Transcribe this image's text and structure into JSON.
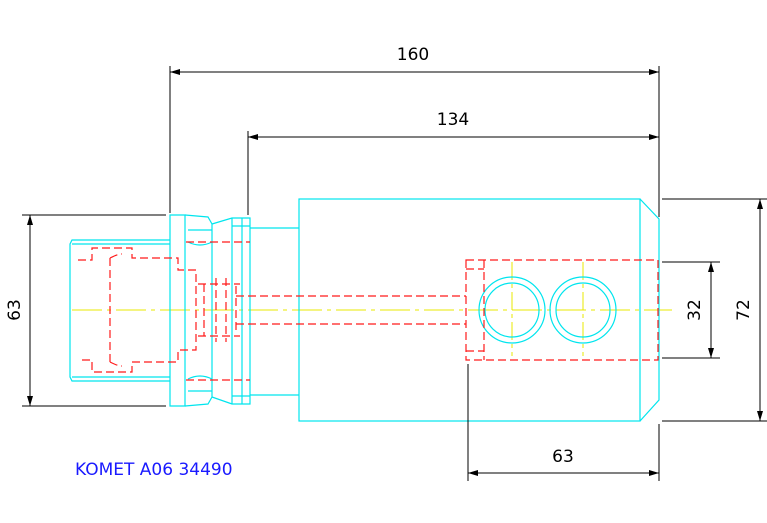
{
  "dimensions": {
    "overall_length": "160",
    "body_length": "134",
    "shank_diameter": "63",
    "hole_spacing": "32",
    "body_height": "72",
    "body_width": "63"
  },
  "caption": "KOMET A06 34490",
  "colors": {
    "outline": "#00e5ee",
    "hidden": "#ff1a1a",
    "centerline": "#e8e800",
    "dimension": "#000000",
    "caption": "#1a1aff"
  }
}
